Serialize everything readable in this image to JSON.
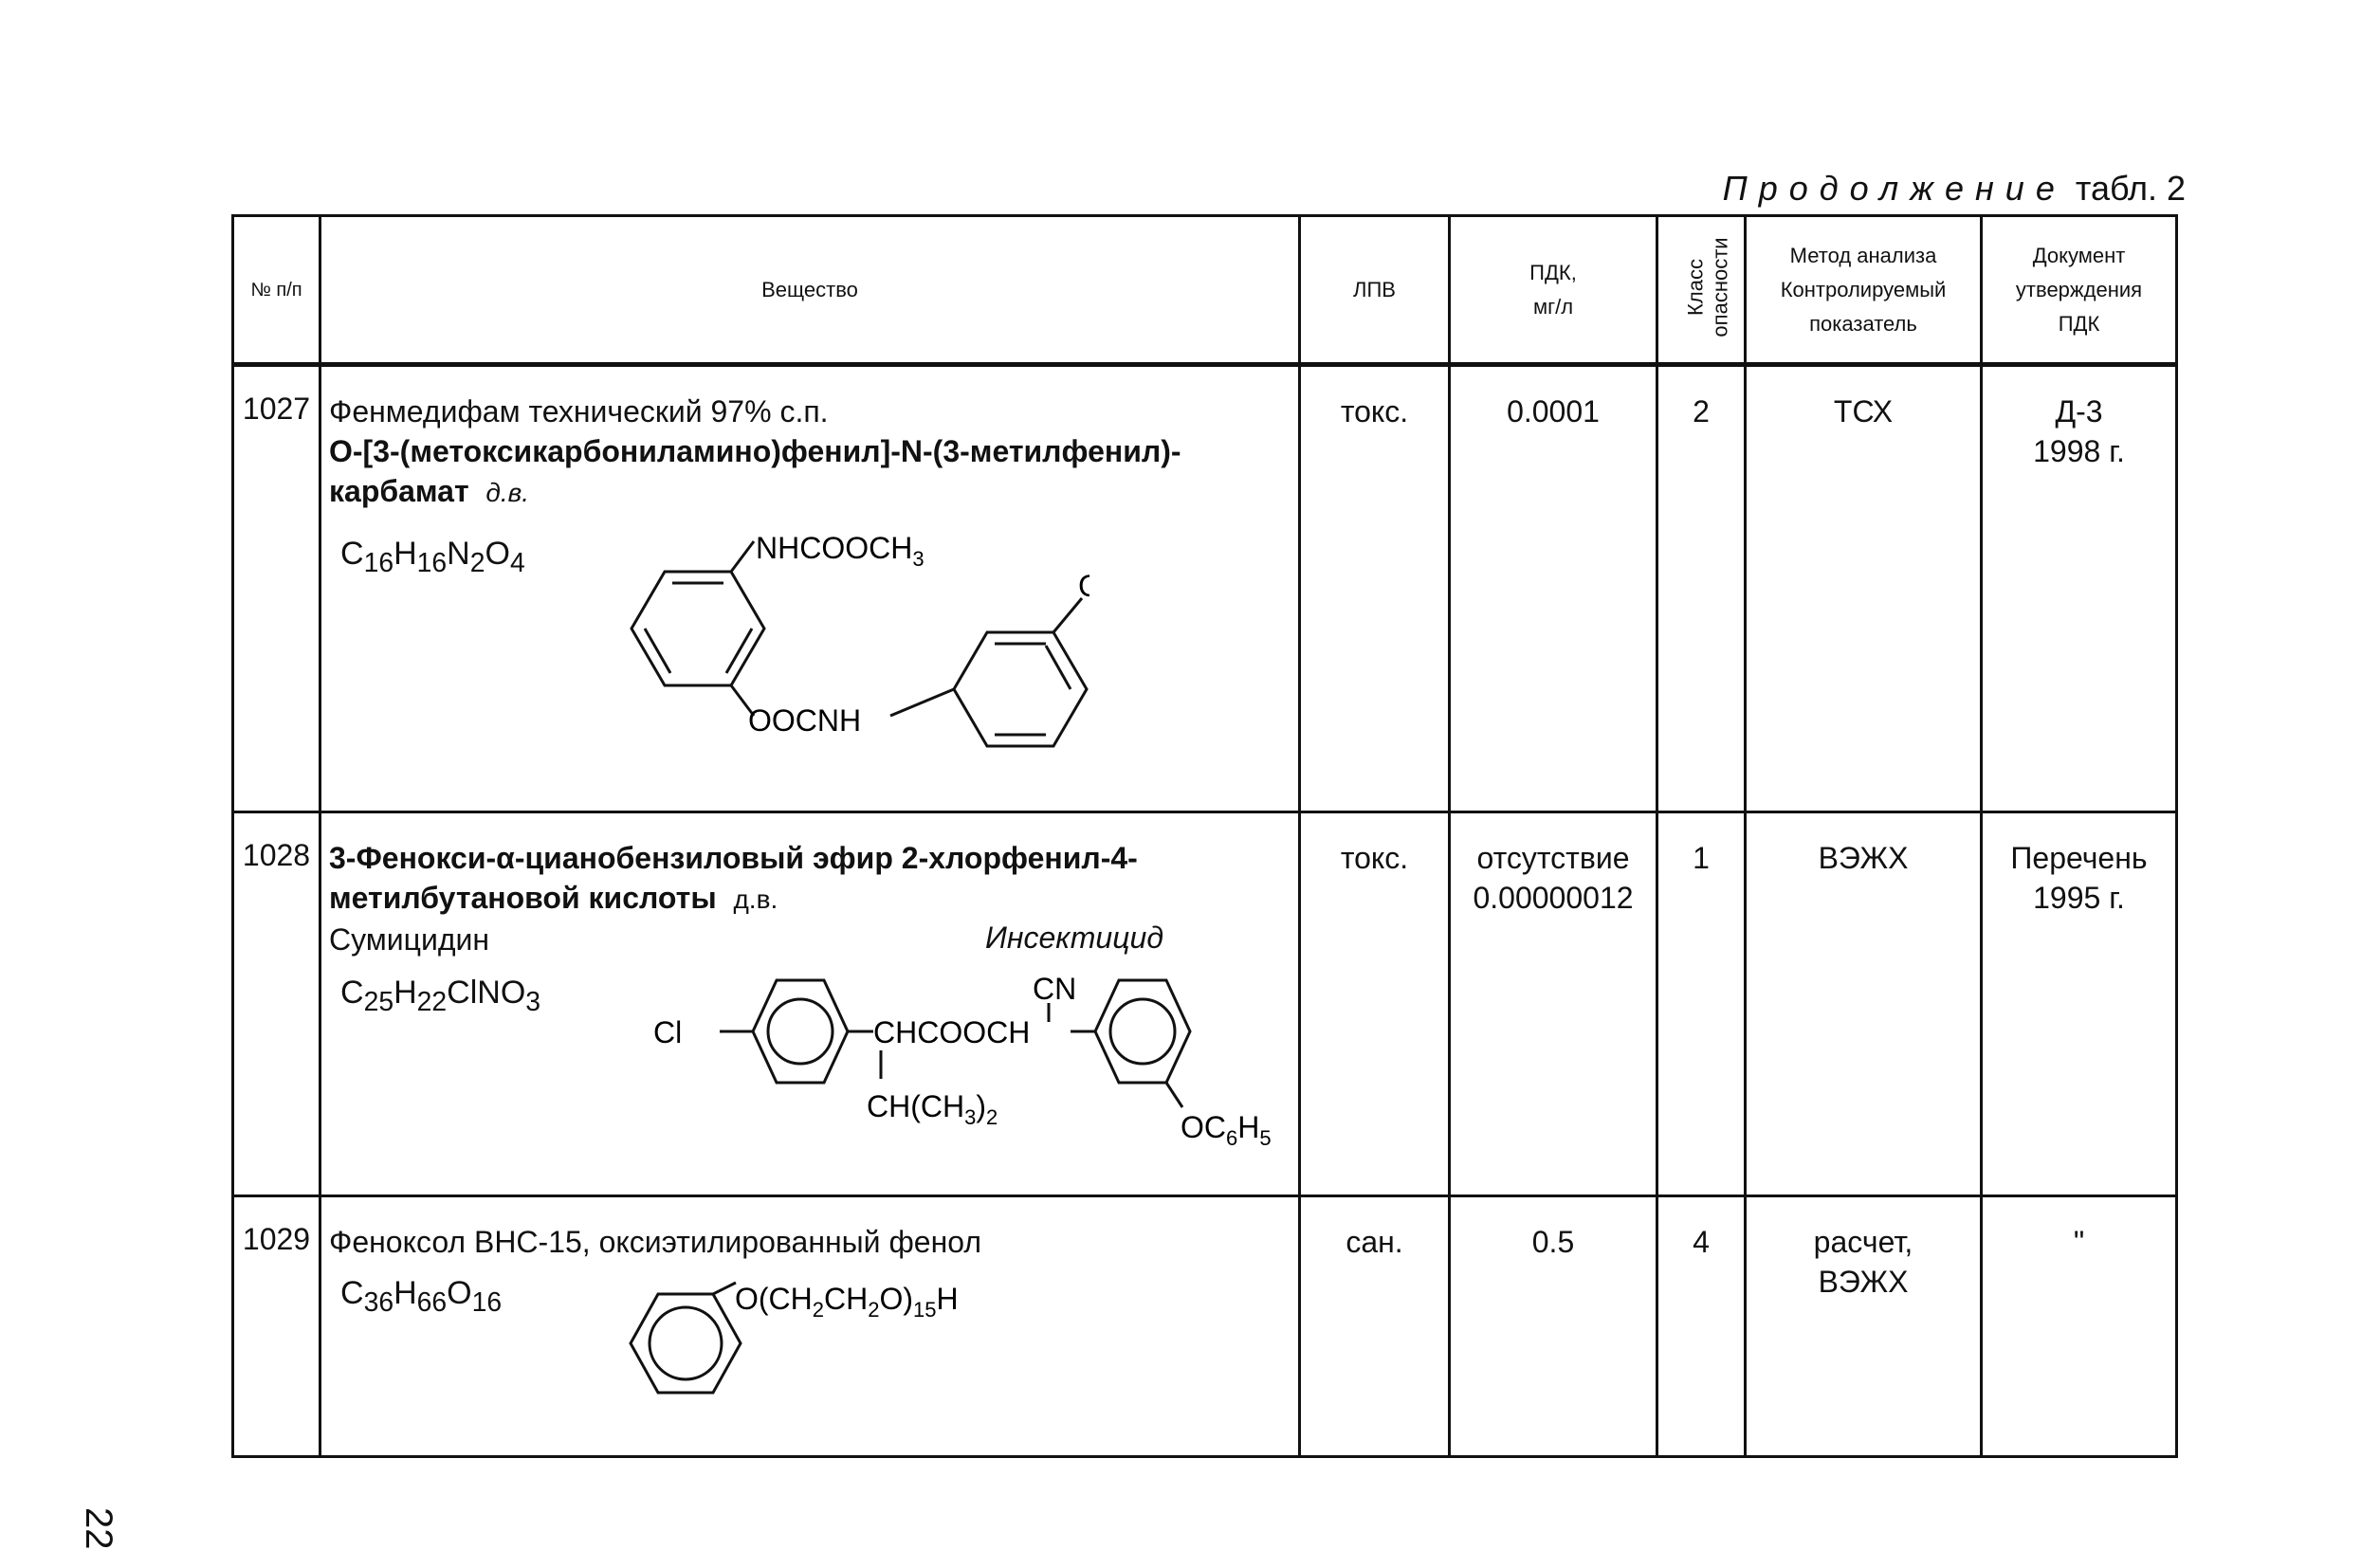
{
  "caption": {
    "prefix": "Продолжение",
    "suffix": "табл. 2"
  },
  "page_number": "22",
  "headers": {
    "num": "№ п/п",
    "substance": "Вещество",
    "lpv": "ЛПВ",
    "pdk_line1": "ПДК,",
    "pdk_line2": "мг/л",
    "class_line1": "Класс",
    "class_line2": "опасности",
    "method_line1": "Метод анализа",
    "method_line2": "Контролируемый",
    "method_line3": "показатель",
    "doc_line1": "Документ",
    "doc_line2": "утверждения",
    "doc_line3": "ПДК"
  },
  "rows": [
    {
      "num": "1027",
      "name_line1": "Фенмедифам технический 97% с.п.",
      "name_bold1": "О-[3-(метоксикарбониламино)фенил]-N-(3-метилфенил)-",
      "name_bold2": "карбамат",
      "dv": "д.в.",
      "formula": "C16H16N2O4",
      "lpv": "токс.",
      "pdk": "0.0001",
      "class": "2",
      "method": "ТСХ",
      "doc_line1": "Д-3",
      "doc_line2": "1998 г."
    },
    {
      "num": "1028",
      "name_bold1": "3-Фенокси-α-цианобензиловый эфир 2-хлорфенил-4-",
      "name_bold2": "метилбутановой кислоты",
      "dv": "д.в.",
      "trade_name": "Сумицидин",
      "category": "Инсектицид",
      "formula": "C25H22ClNO3",
      "lpv": "токс.",
      "pdk_line1": "отсутствие",
      "pdk_line2": "0.00000012",
      "class": "1",
      "method": "ВЭЖХ",
      "doc_line1": "Перечень",
      "doc_line2": "1995 г."
    },
    {
      "num": "1029",
      "name_line1": "Феноксол ВНС-15, оксиэтилированный фенол",
      "formula": "C36H66O16",
      "lpv": "сан.",
      "pdk": "0.5",
      "class": "4",
      "method_line1": "расчет,",
      "method_line2": "ВЭЖХ",
      "doc": "\""
    }
  ]
}
